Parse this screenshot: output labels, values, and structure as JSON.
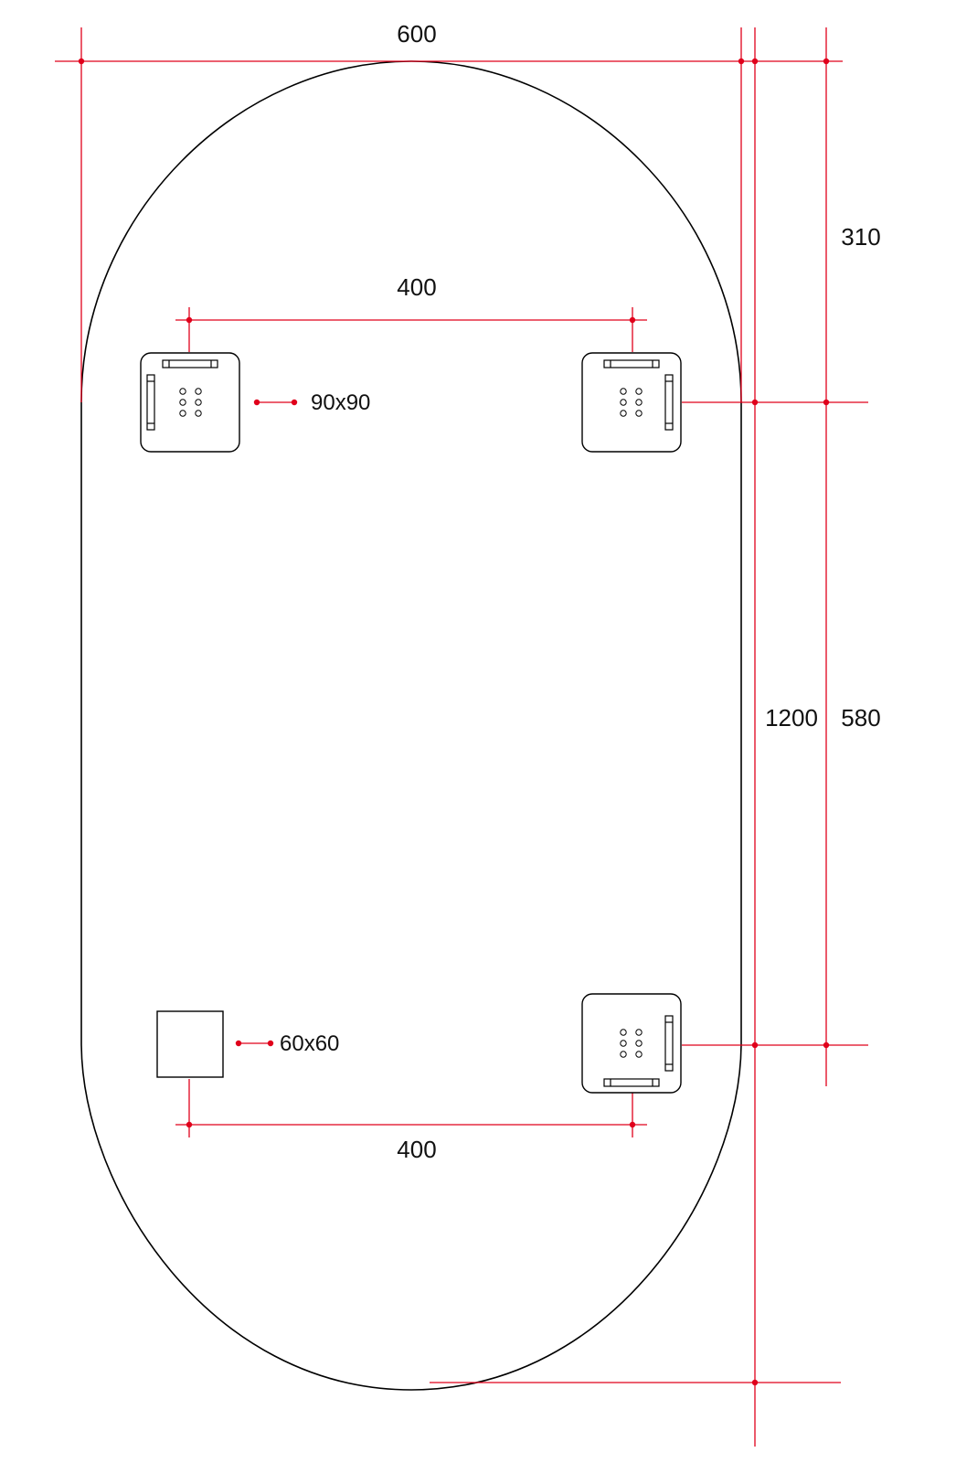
{
  "dimensions": {
    "overall_width": "600",
    "overall_height": "1200",
    "top_offset": "310",
    "bracket_spacing_vertical": "580",
    "top_bracket_spacing": "400",
    "bottom_bracket_spacing": "400"
  },
  "callouts": {
    "large_plate_size": "90x90",
    "small_plate_size": "60x60"
  },
  "colors": {
    "dimension_lines": "#e0001b",
    "outline": "#000000"
  }
}
